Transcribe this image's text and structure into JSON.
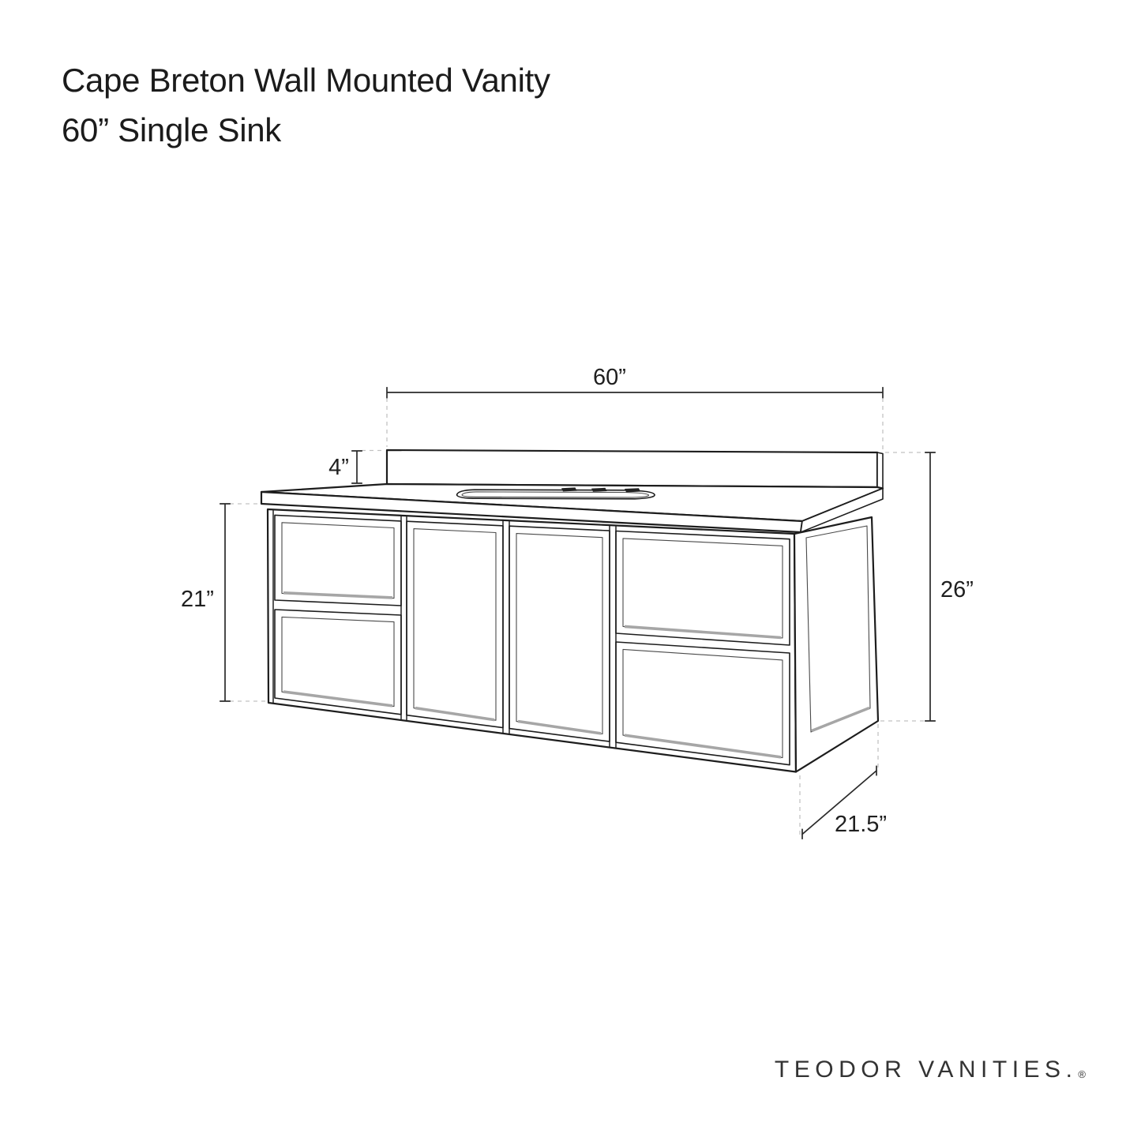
{
  "page": {
    "background": "#ffffff"
  },
  "title": {
    "line1": "Cape Breton Wall Mounted Vanity",
    "line2": "60” Single Sink"
  },
  "dimensions": {
    "width": {
      "label": "60”",
      "value": 60,
      "unit": "inch",
      "describes": "countertop width"
    },
    "backsplash_height": {
      "label": "4”",
      "value": 4,
      "unit": "inch",
      "describes": "backsplash height"
    },
    "cabinet_height": {
      "label": "21”",
      "value": 21,
      "unit": "inch",
      "describes": "cabinet height"
    },
    "overall_height": {
      "label": "26”",
      "value": 26,
      "unit": "inch",
      "describes": "overall height"
    },
    "depth": {
      "label": "21.5”",
      "value": 21.5,
      "unit": "inch",
      "describes": "cabinet depth"
    }
  },
  "drawing": {
    "line_color": "#1d1d1d",
    "shade_color": "#a6a6a6",
    "dash_color": "#c2c2c2",
    "dimension_color": "#2b2b2b",
    "faucet_hole_count": 3
  },
  "brand": {
    "logo_text": "TEODOR VANITIES.",
    "registered_mark": "®"
  }
}
